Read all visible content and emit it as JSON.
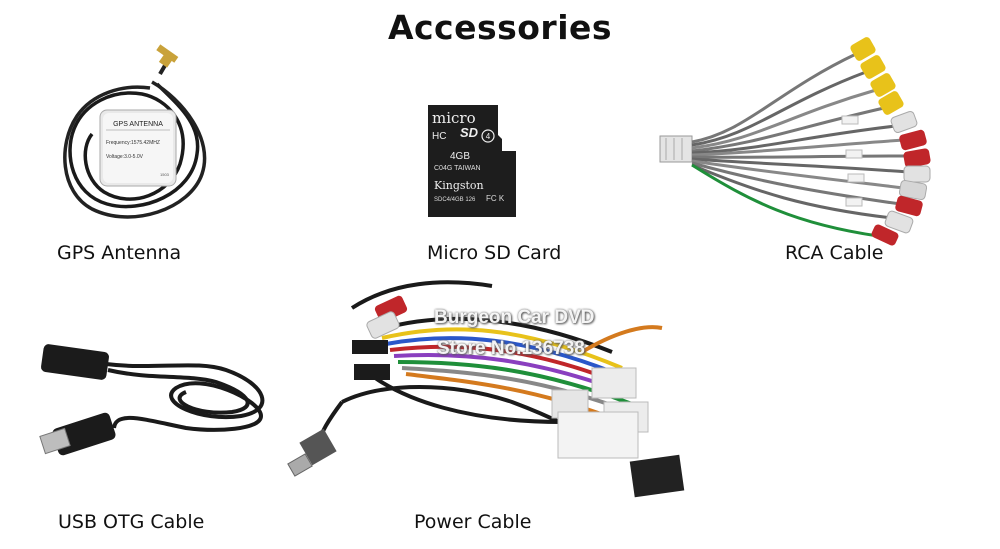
{
  "page": {
    "title": "Accessories"
  },
  "items": [
    {
      "label": "GPS Antenna"
    },
    {
      "label": "Micro SD Card"
    },
    {
      "label": "RCA Cable"
    },
    {
      "label": "USB OTG Cable"
    },
    {
      "label": "Power Cable"
    }
  ],
  "gps_sticker": {
    "name": "GPS ANTENNA",
    "frequency": "Frequency:1575.42MHZ",
    "voltage": "Voltage:3.0-5.0V",
    "code": "1503"
  },
  "sd_card": {
    "brand_top": "micro",
    "logo": "SD",
    "hc": "HC",
    "class_mark": "4",
    "capacity": "4GB",
    "origin": "C04G TAIWAN",
    "maker": "Kingston",
    "part": "SDC4/4GB 126",
    "certs": "FC K"
  },
  "watermark": {
    "line1": "Burgeon Car DVD",
    "line2": "Store No.136738"
  },
  "colors": {
    "title": "#111111",
    "background": "#ffffff",
    "sd_body": "#1d1d1d",
    "rca_yellow": "#e8c21a",
    "rca_red": "#c0262a"
  }
}
